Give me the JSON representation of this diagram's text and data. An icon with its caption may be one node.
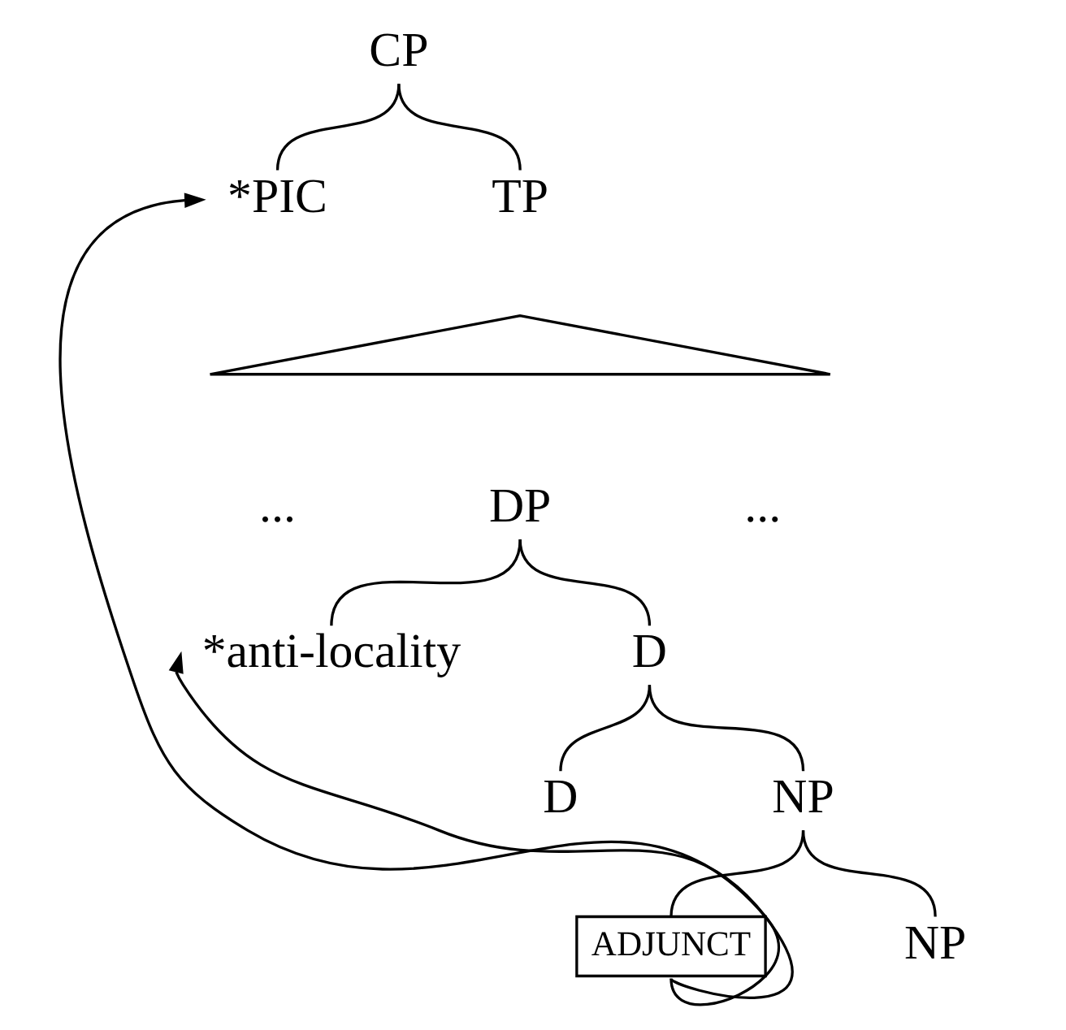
{
  "diagram": {
    "nodes": [
      {
        "text": [
          "CP"
        ]
      },
      {
        "text": [
          "*PIC"
        ]
      },
      {
        "text": [
          "TP"
        ]
      },
      {
        "text": [],
        "shape": "triangle"
      },
      {
        "text": [
          "..."
        ]
      },
      {
        "text": [
          "DP"
        ]
      },
      {
        "text": [
          "..."
        ]
      },
      {
        "text": [
          "*anti-locality"
        ]
      },
      {
        "text": [
          "D"
        ]
      },
      {
        "text": [
          "D"
        ]
      },
      {
        "text": [
          "NP"
        ]
      },
      {
        "text": [
          "ADJUNCT"
        ]
      },
      {
        "text": [
          "NP"
        ]
      }
    ],
    "edges": [
      {
        "from": 0,
        "to": 1,
        "arrow": "none"
      },
      {
        "from": 0,
        "to": 2,
        "arrow": "none"
      },
      {
        "from": 5,
        "to": 7,
        "arrow": "none"
      },
      {
        "from": 5,
        "to": 8,
        "arrow": "none"
      },
      {
        "from": 8,
        "to": 9,
        "arrow": "none"
      },
      {
        "from": 8,
        "to": 10,
        "arrow": "none"
      },
      {
        "from": 10,
        "to": 11,
        "arrow": "none"
      },
      {
        "from": 10,
        "to": 12,
        "arrow": "none"
      },
      {
        "from": 11,
        "to": 1,
        "arrow": "to"
      },
      {
        "from": 11,
        "to": 7,
        "arrow": "to"
      }
    ]
  }
}
